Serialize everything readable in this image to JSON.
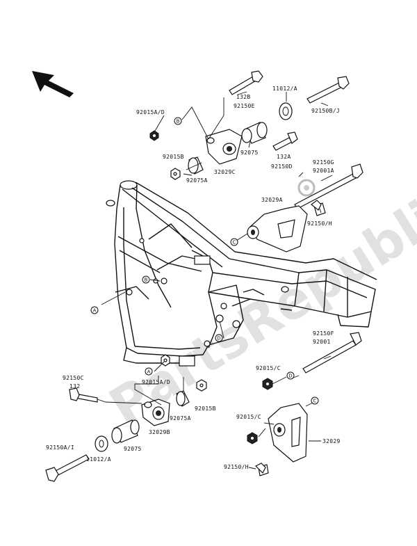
{
  "watermark": "PartsRepublik",
  "callouts": {
    "a": "A",
    "b": "B",
    "c": "C",
    "d": "D"
  },
  "labels": {
    "p132b": "132B",
    "p11012a_top": "11012/A",
    "p92150e": "92150E",
    "p92150bj": "92150B/J",
    "p92015ad_top": "92015A/D",
    "p92075_top": "92075",
    "p132a": "132A",
    "p92150d": "92150D",
    "p32029c": "32029C",
    "p92015b_top": "92015B",
    "p92075a_top": "92075A",
    "p92150g": "92150G",
    "p92001a": "92001A",
    "p32029a": "32029A",
    "p92150h_mid": "92150/H",
    "p92150f": "92150F",
    "p92001": "92001",
    "p92015c_mid": "92015/C",
    "p92150c": "92150C",
    "p132": "132",
    "p92015ad_bot": "92015A/D",
    "p92075a_bot": "92075A",
    "p92015b_bot": "92015B",
    "p32029b": "32029B",
    "p92015c_bot": "92015/C",
    "p32029": "32029",
    "p92150ai": "92150A/I",
    "p11012a_bot": "11012/A",
    "p92075_bot": "92075",
    "p92150h_bot": "92150/H"
  }
}
